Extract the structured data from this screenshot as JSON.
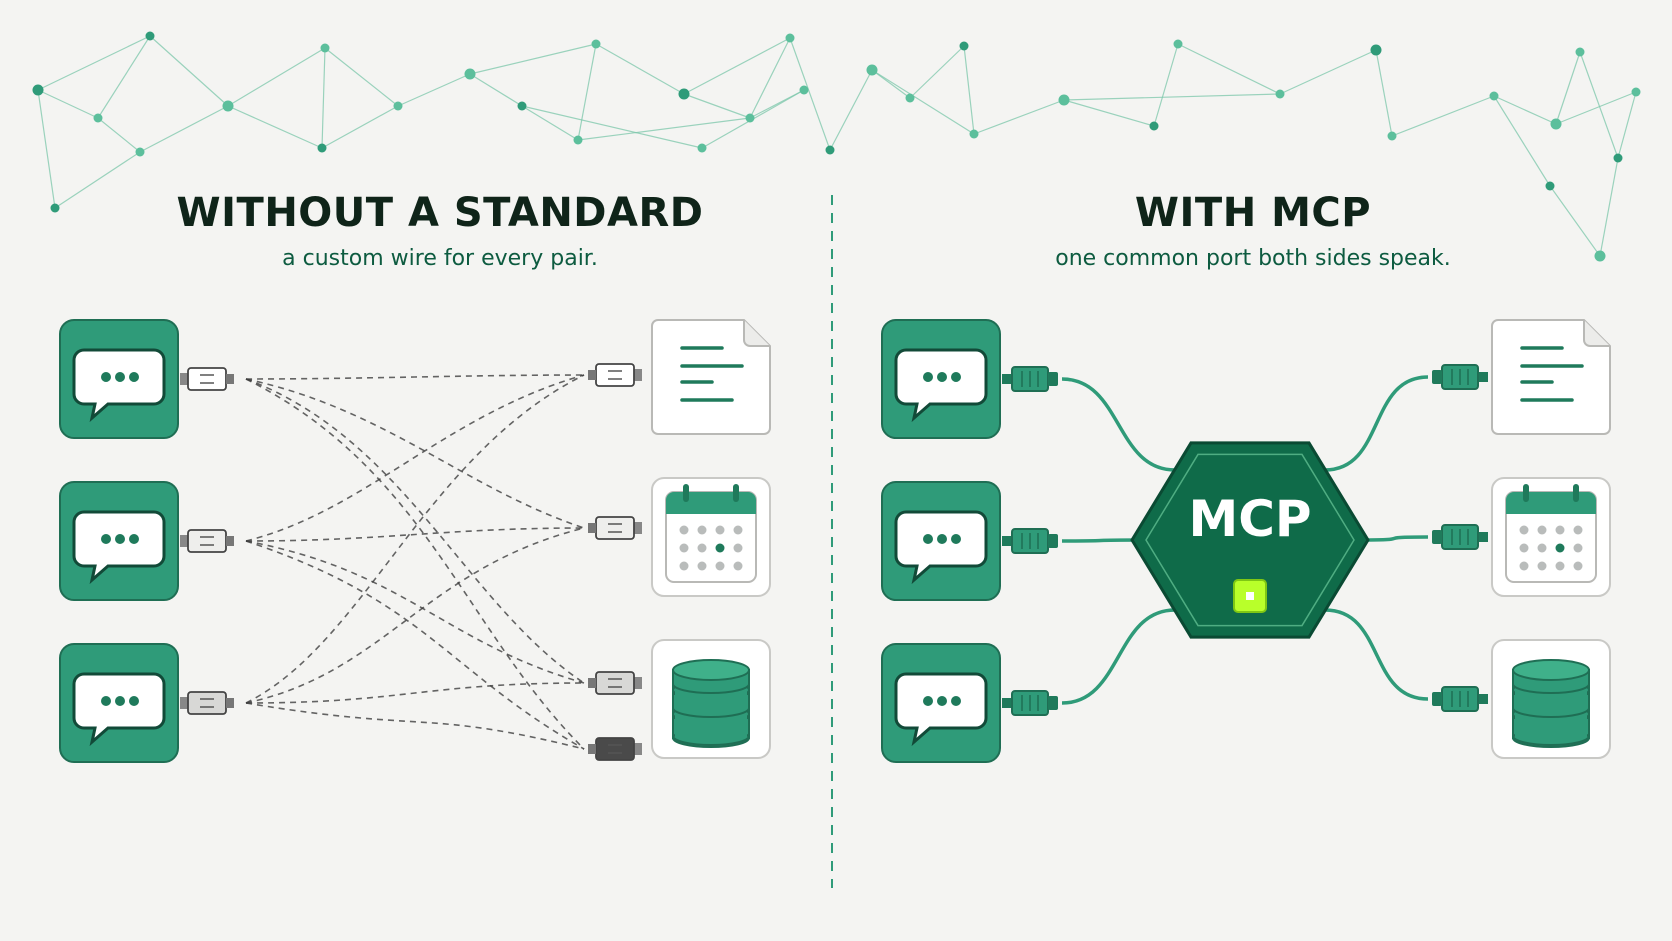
{
  "colors": {
    "green": "#2f9b79",
    "dark_green": "#1f7a5b",
    "hub": "#0f6b49",
    "accent": "#b9ff2a",
    "text_dark": "#0f2419",
    "text_green": "#0d5b40",
    "background": "#f4f4f2"
  },
  "left_panel": {
    "title": "WITHOUT A STANDARD",
    "subtitle": "a custom wire for every pair.",
    "clients": [
      {
        "icon": "chat-bubble-icon",
        "dots": "•••"
      },
      {
        "icon": "chat-bubble-icon",
        "dots": "•••"
      },
      {
        "icon": "chat-bubble-icon",
        "dots": "•••"
      }
    ],
    "tools": [
      {
        "icon": "document-icon"
      },
      {
        "icon": "calendar-icon"
      },
      {
        "icon": "database-icon"
      }
    ],
    "connector_style": "custom mismatched plugs with dashed wires"
  },
  "right_panel": {
    "title": "WITH MCP",
    "subtitle": "one common port both sides speak.",
    "hub_label": "MCP",
    "clients": [
      {
        "icon": "chat-bubble-icon",
        "dots": "•••"
      },
      {
        "icon": "chat-bubble-icon",
        "dots": "•••"
      },
      {
        "icon": "chat-bubble-icon",
        "dots": "•••"
      }
    ],
    "tools": [
      {
        "icon": "document-icon"
      },
      {
        "icon": "calendar-icon"
      },
      {
        "icon": "database-icon"
      }
    ],
    "connector_style": "identical green connectors to a central hub"
  }
}
